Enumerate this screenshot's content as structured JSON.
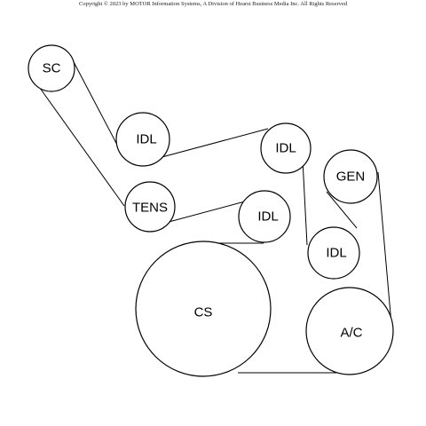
{
  "copyright": "Copyright © 2023 by MOTOR Information Systems, A Division of Hearst Business Media Inc. All Rights Reserved",
  "pulleys": [
    {
      "id": "sc",
      "label": "SC"
    },
    {
      "id": "idl1",
      "label": "IDL"
    },
    {
      "id": "idl2",
      "label": "IDL"
    },
    {
      "id": "gen",
      "label": "GEN"
    },
    {
      "id": "tens",
      "label": "TENS"
    },
    {
      "id": "idl3",
      "label": "IDL"
    },
    {
      "id": "idl4",
      "label": "IDL"
    },
    {
      "id": "cs",
      "label": "CS"
    },
    {
      "id": "ac",
      "label": "A/C"
    }
  ]
}
